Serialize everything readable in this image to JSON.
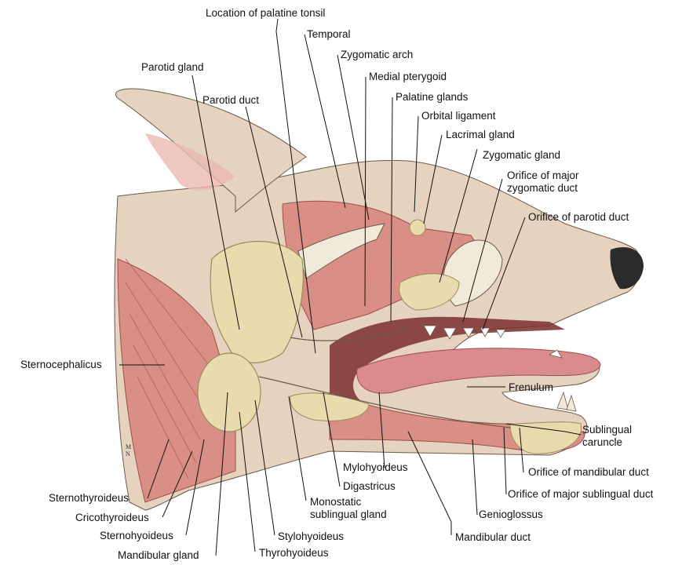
{
  "figure": {
    "colors": {
      "skin": "#e6d3bf",
      "skin_shadow": "#d8bfa8",
      "ear_inner": "#e9b9b0",
      "muscle": "#d98f86",
      "muscle_dark": "#b9665f",
      "gland": "#e8dcae",
      "gland_shadow": "#c9b77d",
      "tongue": "#d98b8e",
      "bone": "#f1ead8",
      "nose": "#2b2b2b"
    },
    "labels": {
      "palatine_tonsil": "Location of palatine tonsil",
      "temporal": "Temporal",
      "zygomatic_arch": "Zygomatic arch",
      "medial_pterygoid": "Medial pterygoid",
      "palatine_glands": "Palatine glands",
      "orbital_ligament": "Orbital ligament",
      "lacrimal_gland": "Lacrimal gland",
      "zygomatic_gland": "Zygomatic gland",
      "orifice_major_zygomatic_duct": "Orifice of major\nzygomatic duct",
      "orifice_parotid_duct": "Orifice of parotid duct",
      "parotid_gland": "Parotid gland",
      "parotid_duct": "Parotid duct",
      "sternocephalicus": "Sternocephalicus",
      "frenulum": "Frenulum",
      "sublingual_caruncle": "Sublingual\ncaruncle",
      "orifice_mandibular_duct": "Orifice of mandibular duct",
      "orifice_major_sublingual_duct": "Orifice of major sublingual duct",
      "genioglossus": "Genioglossus",
      "mandibular_duct": "Mandibular duct",
      "mylohyoideus": "Mylohyoideus",
      "digastricus": "Digastricus",
      "monostatic_sublingual_gland": "Monostatic\nsublingual gland",
      "stylohyoideus": "Stylohyoideus",
      "thyrohyoideus": "Thyrohyoideus",
      "mandibular_gland": "Mandibular gland",
      "sternohyoideus": "Sternohyoideus",
      "cricothyroideus": "Cricothyroideus",
      "sternothyroideus": "Sternothyroideus"
    },
    "signature": "M\nN"
  }
}
